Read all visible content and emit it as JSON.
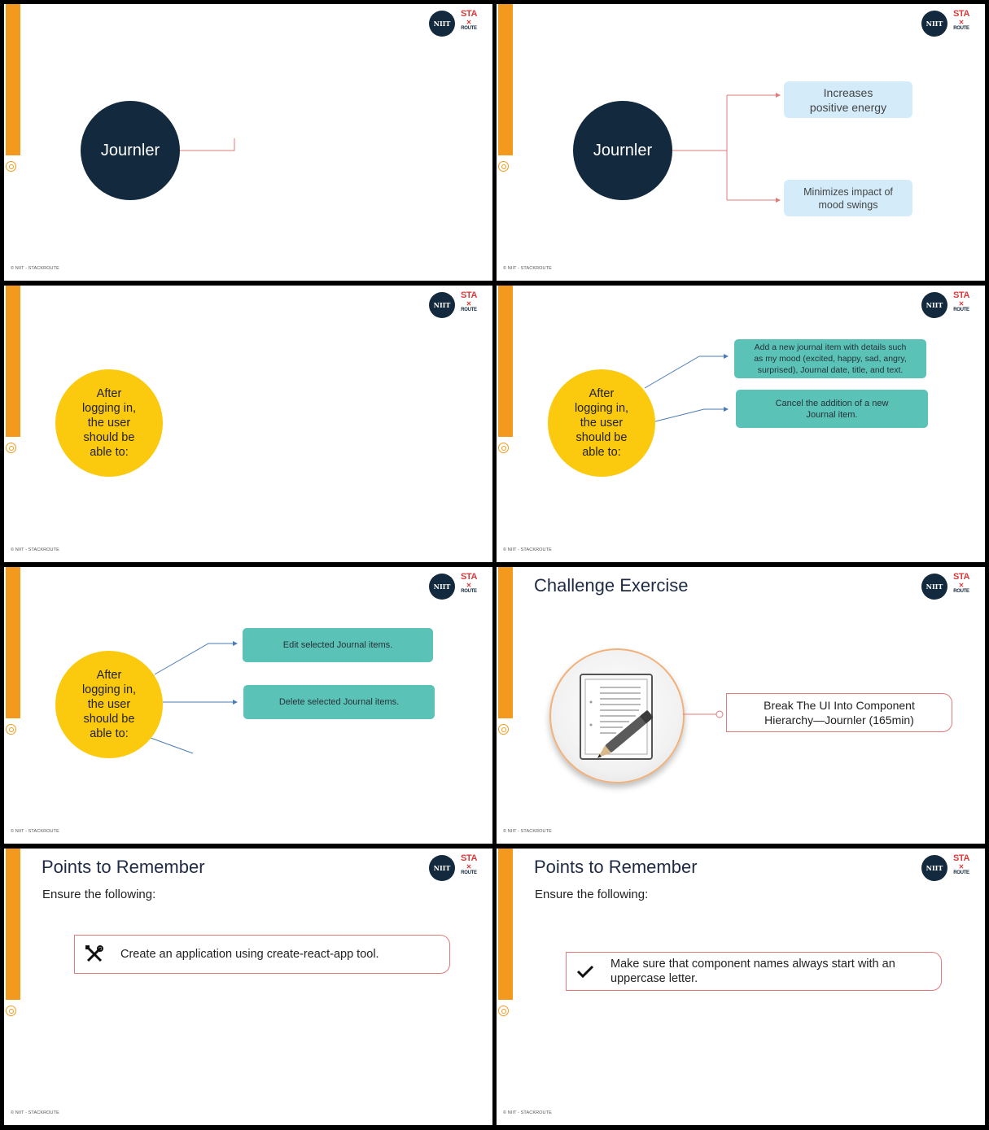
{
  "branding": {
    "niit": "NIIT",
    "stackroute_top": "STA",
    "stackroute_mid": "✕",
    "stackroute_bottom": "ROUTE",
    "copyright": "© NIIT - STACKROUTE"
  },
  "slide1": {
    "center": "Journler"
  },
  "slide2": {
    "center": "Journler",
    "box1": "Increases\npositive energy",
    "box2": "Minimizes impact of\nmood swings"
  },
  "slide3": {
    "circle": "After\nlogging in,\nthe user\nshould be\nable to:"
  },
  "slide4": {
    "circle": "After\nlogging in,\nthe user\nshould be\nable to:",
    "box1": "Add a new journal item with details such\nas my mood (excited, happy, sad, angry,\nsurprised), Journal date, title, and text.",
    "box2": "Cancel the addition of a new\nJournal item."
  },
  "slide5": {
    "circle": "After\nlogging in,\nthe user\nshould be\nable to:",
    "box1": "Edit selected Journal items.",
    "box2": "Delete selected Journal items."
  },
  "slide6": {
    "title": "Challenge Exercise",
    "box": "Break The UI Into Component\nHierarchy—Journler (165min)"
  },
  "slide7": {
    "title": "Points to Remember",
    "subtitle": "Ensure the following:",
    "item": "Create an application using create-react-app tool."
  },
  "slide8": {
    "title": "Points to Remember",
    "subtitle": "Ensure the following:",
    "item": "Make sure that component names always start with an\nuppercase letter."
  },
  "colors": {
    "orange": "#F39A1E",
    "navy": "#13293D",
    "yellow": "#FBC90D",
    "teal": "#5BC2B8",
    "light_blue": "#D4ECFA",
    "red_line": "#E27A7A"
  }
}
